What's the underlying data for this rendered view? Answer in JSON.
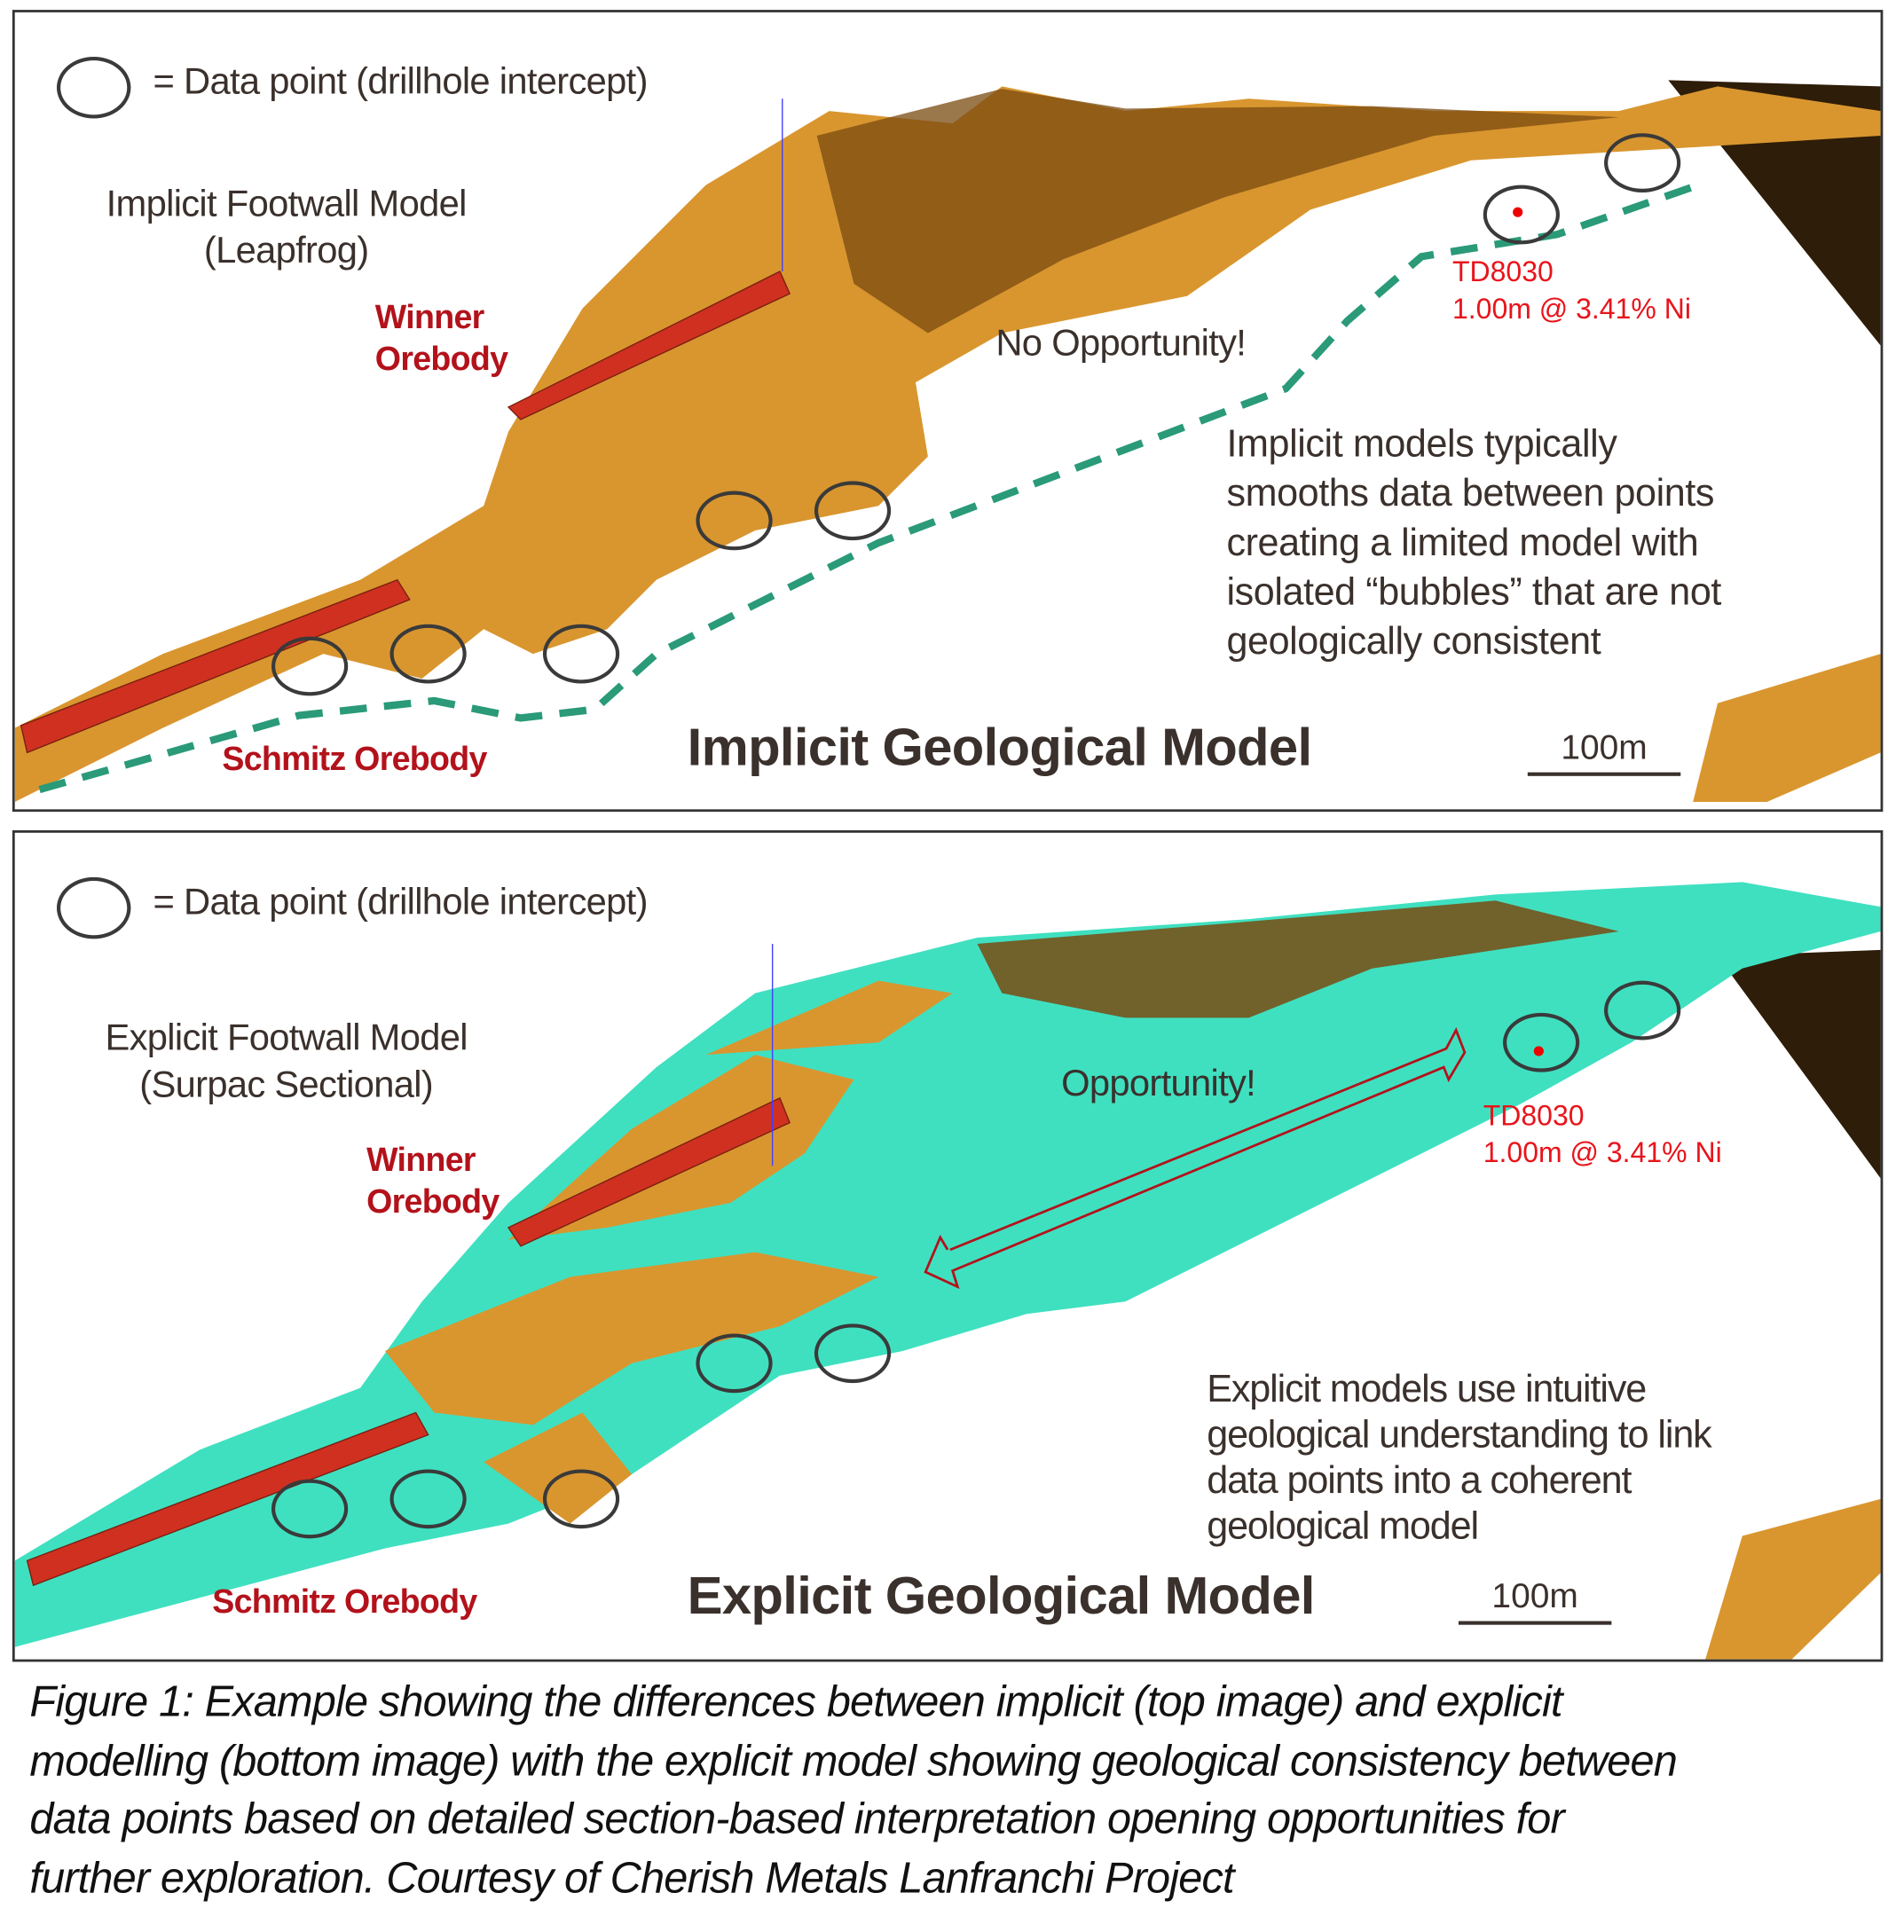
{
  "top_panel": {
    "legend": "= Data point (drillhole intercept)",
    "model_label": [
      "Implicit Footwall Model",
      "(Leapfrog)"
    ],
    "winner": [
      "Winner",
      "Orebody"
    ],
    "schmitz": "Schmitz Orebody",
    "opportunity": "No Opportunity!",
    "drillhole": [
      "TD8030",
      "1.00m @ 3.41% Ni"
    ],
    "note": [
      "Implicit models typically",
      "smooths data between points",
      "creating a limited model with",
      "isolated “bubbles” that are not",
      "geologically consistent"
    ],
    "title": "Implicit Geological Model",
    "scale": "100m"
  },
  "bottom_panel": {
    "legend": "= Data point (drillhole intercept)",
    "model_label": [
      "Explicit Footwall Model",
      "(Surpac Sectional)"
    ],
    "winner": [
      "Winner",
      "Orebody"
    ],
    "schmitz": "Schmitz Orebody",
    "opportunity": "Opportunity!",
    "drillhole": [
      "TD8030",
      "1.00m @ 3.41% Ni"
    ],
    "note": [
      "Explicit models use intuitive",
      "geological understanding to link",
      "data points into a coherent",
      "geological model"
    ],
    "title": "Explicit Geological Model",
    "scale": "100m"
  },
  "caption": [
    "Figure 1: Example showing the differences between implicit (top image) and explicit",
    "modelling (bottom image) with the explicit model showing geological consistency between",
    "data points based on detailed section-based interpretation opening opportunities for",
    "further exploration.  Courtesy of Cherish Metals Lanfranchi Project"
  ],
  "colors": {
    "orange": "#d9962f",
    "dark_brown": "#3b250c",
    "teal": "#3fe0c0",
    "ore_red": "#d03020",
    "dash_green": "#2a9a78",
    "label_red": "#b3121b"
  }
}
